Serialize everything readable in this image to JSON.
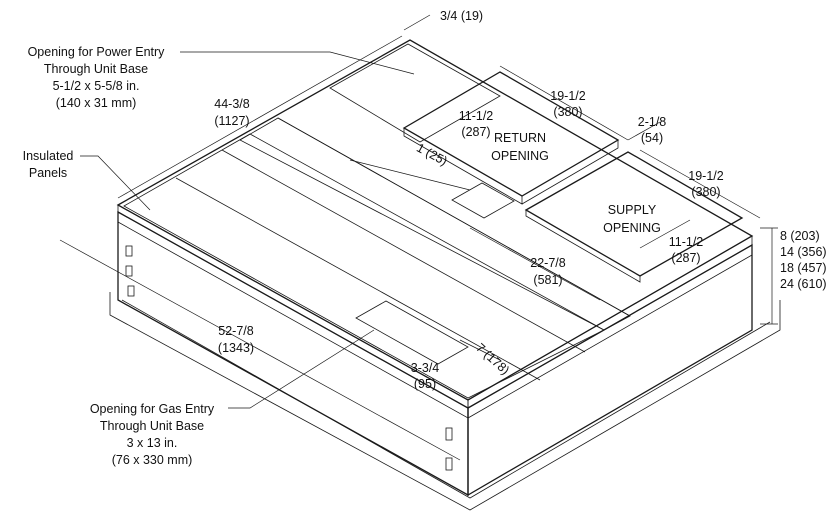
{
  "callouts": {
    "power_entry": [
      "Opening for Power Entry",
      "Through Unit Base",
      "5-1/2 x 5-5/8 in.",
      "(140 x 31 mm)"
    ],
    "insulated": [
      "Insulated",
      "Panels"
    ],
    "gas_entry": [
      "Opening for Gas Entry",
      "Through Unit Base",
      "3 x 13 in.",
      "(76 x 330 mm)"
    ]
  },
  "openings": {
    "return": [
      "RETURN",
      "OPENING"
    ],
    "supply": [
      "SUPPLY",
      "OPENING"
    ]
  },
  "dimensions": {
    "top_offset": "3/4 (19)",
    "width_in": "44-3/8",
    "width_mm": "(1127)",
    "length_in": "52-7/8",
    "length_mm": "(1343)",
    "return_depth_in": "11-1/2",
    "return_depth_mm": "(287)",
    "return_len_in": "19-1/2",
    "return_len_mm": "(380)",
    "gap_in": "2-1/8",
    "gap_mm": "(54)",
    "supply_len_in": "19-1/2",
    "supply_len_mm": "(380)",
    "supply_depth_in": "11-1/2",
    "supply_depth_mm": "(287)",
    "inner_gap": "1 (25)",
    "center_in": "22-7/8",
    "center_mm": "(581)",
    "gas_in": "3-3/4",
    "gas_mm": "(95)",
    "side_7": "7 (178)",
    "heights": [
      "8 (203)",
      "14 (356)",
      "18 (457)",
      "24 (610)"
    ]
  }
}
